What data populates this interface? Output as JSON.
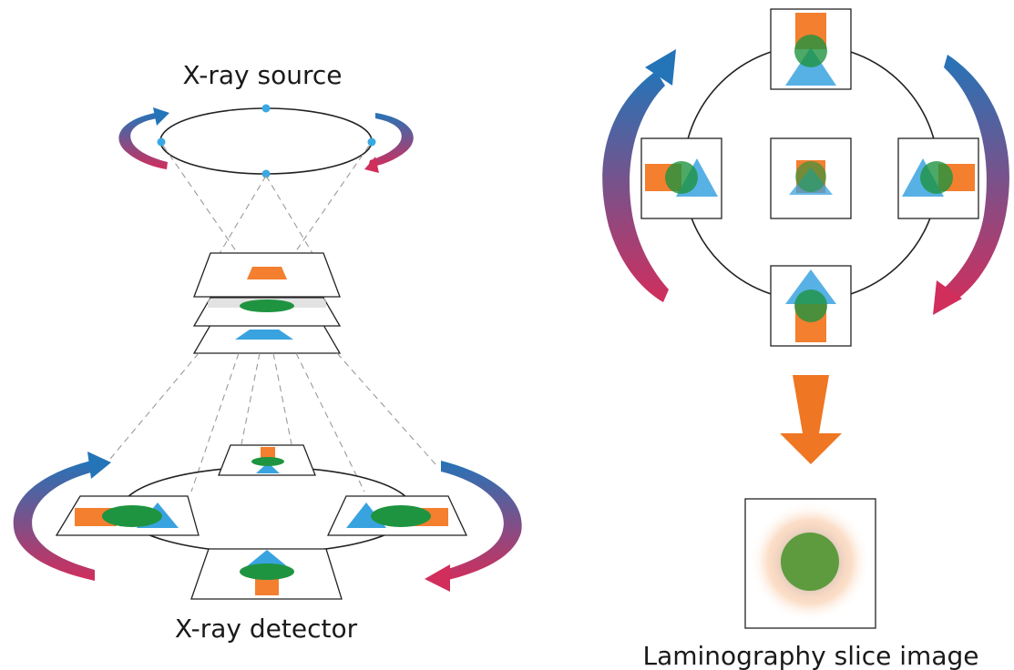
{
  "labels": {
    "source": "X-ray source",
    "detector": "X-ray detector",
    "slice": "Laminography slice image"
  },
  "colors": {
    "orange": "#f37f2f",
    "green": "#1f9440",
    "blue": "#39a3e0",
    "arrow_blue": "#2474b8",
    "arrow_red": "#d12e5c",
    "big_arrow": "#ef7622",
    "source_dot": "#39a8e3"
  }
}
